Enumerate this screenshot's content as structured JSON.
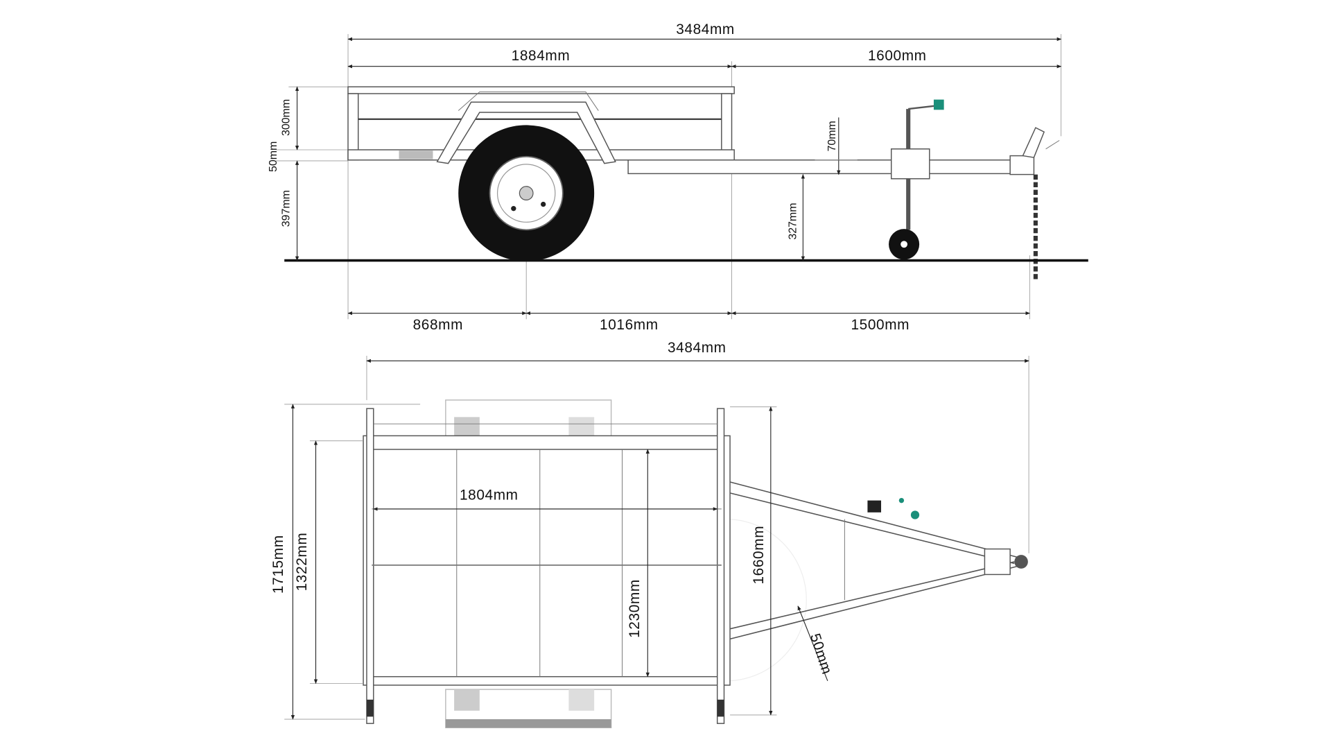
{
  "side_view": {
    "overall_length": "3484mm",
    "body_length": "1884mm",
    "drawbar_length": "1600mm",
    "side_height": "300mm",
    "frame_height": "50mm",
    "frame_ground_clearance": "397mm",
    "drawbar_drop": "70mm",
    "drawbar_ground_clearance": "327mm",
    "rear_to_axle": "868mm",
    "axle_to_front": "1016mm",
    "front_to_coupler": "1500mm"
  },
  "top_view": {
    "overall_length": "3484mm",
    "inner_length": "1804mm",
    "overall_width": "1715mm",
    "body_width": "1322mm",
    "track_width": "1660mm",
    "inner_width": "1230mm",
    "drawbar_tube": "50mm"
  },
  "colors": {
    "accent_teal": "#1a8f7a",
    "line": "#222222"
  }
}
